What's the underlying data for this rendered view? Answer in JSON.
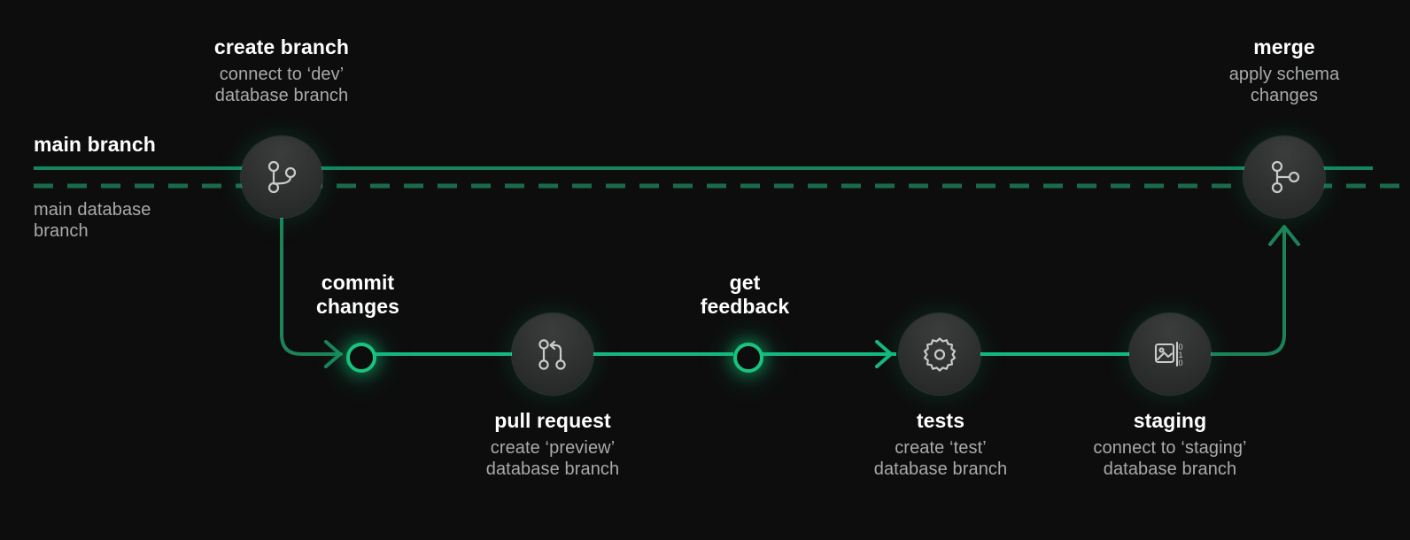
{
  "meta": {
    "background": "#0d0d0d",
    "accent_bright": "#14b981",
    "accent_dim": "#1c7a53",
    "accent_ring": "#19c37d",
    "text_primary": "#ffffff",
    "text_secondary": "#a8abaa"
  },
  "axis_labels": {
    "main_branch": "main branch",
    "main_database_branch_line1": "main database",
    "main_database_branch_line2": "branch"
  },
  "nodes": [
    {
      "id": "create-branch",
      "icon": "git-branch-icon",
      "title": "create branch",
      "sub_line1": "connect to ‘dev’",
      "sub_line2": "database branch",
      "label_position": "above"
    },
    {
      "id": "merge",
      "icon": "git-merge-icon",
      "title": "merge",
      "sub_line1": "apply schema",
      "sub_line2": "changes",
      "label_position": "above"
    },
    {
      "id": "commit-changes",
      "icon": "commit-ring-icon",
      "title": "commit",
      "title_line2": "changes",
      "sub_line1": "",
      "sub_line2": "",
      "label_position": "above"
    },
    {
      "id": "pull-request",
      "icon": "git-pull-request-icon",
      "title": "pull request",
      "sub_line1": "create ‘preview’",
      "sub_line2": "database branch",
      "label_position": "below"
    },
    {
      "id": "get-feedback",
      "icon": "commit-ring-icon",
      "title": "get",
      "title_line2": "feedback",
      "sub_line1": "",
      "sub_line2": "",
      "label_position": "above"
    },
    {
      "id": "tests",
      "icon": "gear-icon",
      "title": "tests",
      "sub_line1": "create ‘test’",
      "sub_line2": "database branch",
      "label_position": "below"
    },
    {
      "id": "staging",
      "icon": "image-binary-icon",
      "title": "staging",
      "sub_line1": "connect to ‘staging’",
      "sub_line2": "database branch",
      "label_position": "below"
    }
  ]
}
